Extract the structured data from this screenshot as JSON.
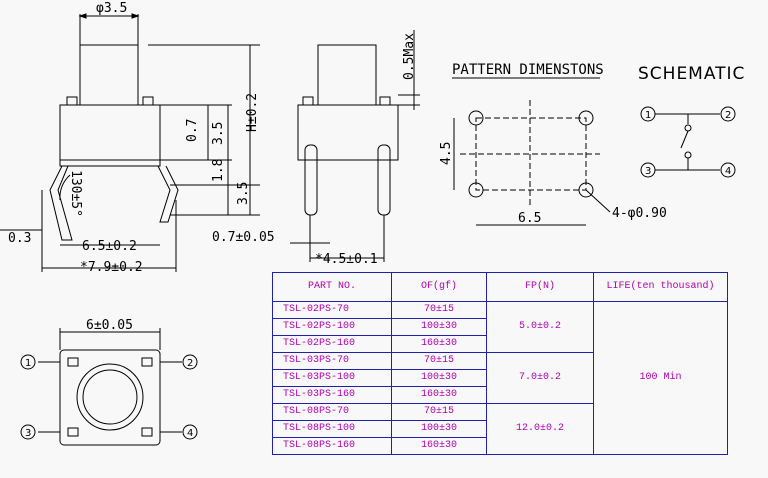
{
  "side_view": {
    "cap_diameter": "φ3.5",
    "height": "H±0.2",
    "dim_0_7": "0.7",
    "dim_3_5_upper": "3.5",
    "dim_1_8": "1.8",
    "dim_3_5_lower": "3.5",
    "angle": "130±5°",
    "dim_0_3": "0.3",
    "width_6_5": "6.5±0.2",
    "width_7_9": "*7.9±0.2"
  },
  "front_view": {
    "max_dim": "0.5Max",
    "pin_dim": "0.7±0.05",
    "pitch": "*4.5±0.1"
  },
  "pattern": {
    "title": "PATTERN DIMENSTONS",
    "vertical": "4.5",
    "horizontal": "6.5",
    "hole": "4-φ0.90"
  },
  "schematic": {
    "title": "SCHEMATIC",
    "pins": [
      "1",
      "2",
      "3",
      "4"
    ]
  },
  "top_view": {
    "width": "6±0.05",
    "pins": [
      "1",
      "2",
      "3",
      "4"
    ]
  },
  "table": {
    "headers": [
      "PART NO.",
      "OF(gf)",
      "FP(N)",
      "LIFE(ten thousand)"
    ],
    "rows": [
      {
        "part": "TSL-02PS-70",
        "force": "70±15"
      },
      {
        "part": "TSL-02PS-100",
        "force": "100±30"
      },
      {
        "part": "TSL-02PS-160",
        "force": "160±30"
      },
      {
        "part": "TSL-03PS-70",
        "force": "70±15"
      },
      {
        "part": "TSL-03PS-100",
        "force": "100±30"
      },
      {
        "part": "TSL-03PS-160",
        "force": "160±30"
      },
      {
        "part": "TSL-08PS-70",
        "force": "70±15"
      },
      {
        "part": "TSL-08PS-100",
        "force": "100±30"
      },
      {
        "part": "TSL-08PS-160",
        "force": "160±30"
      }
    ],
    "fp_groups": [
      "5.0±0.2",
      "7.0±0.2",
      "12.0±0.2"
    ],
    "life": "100 Min"
  }
}
